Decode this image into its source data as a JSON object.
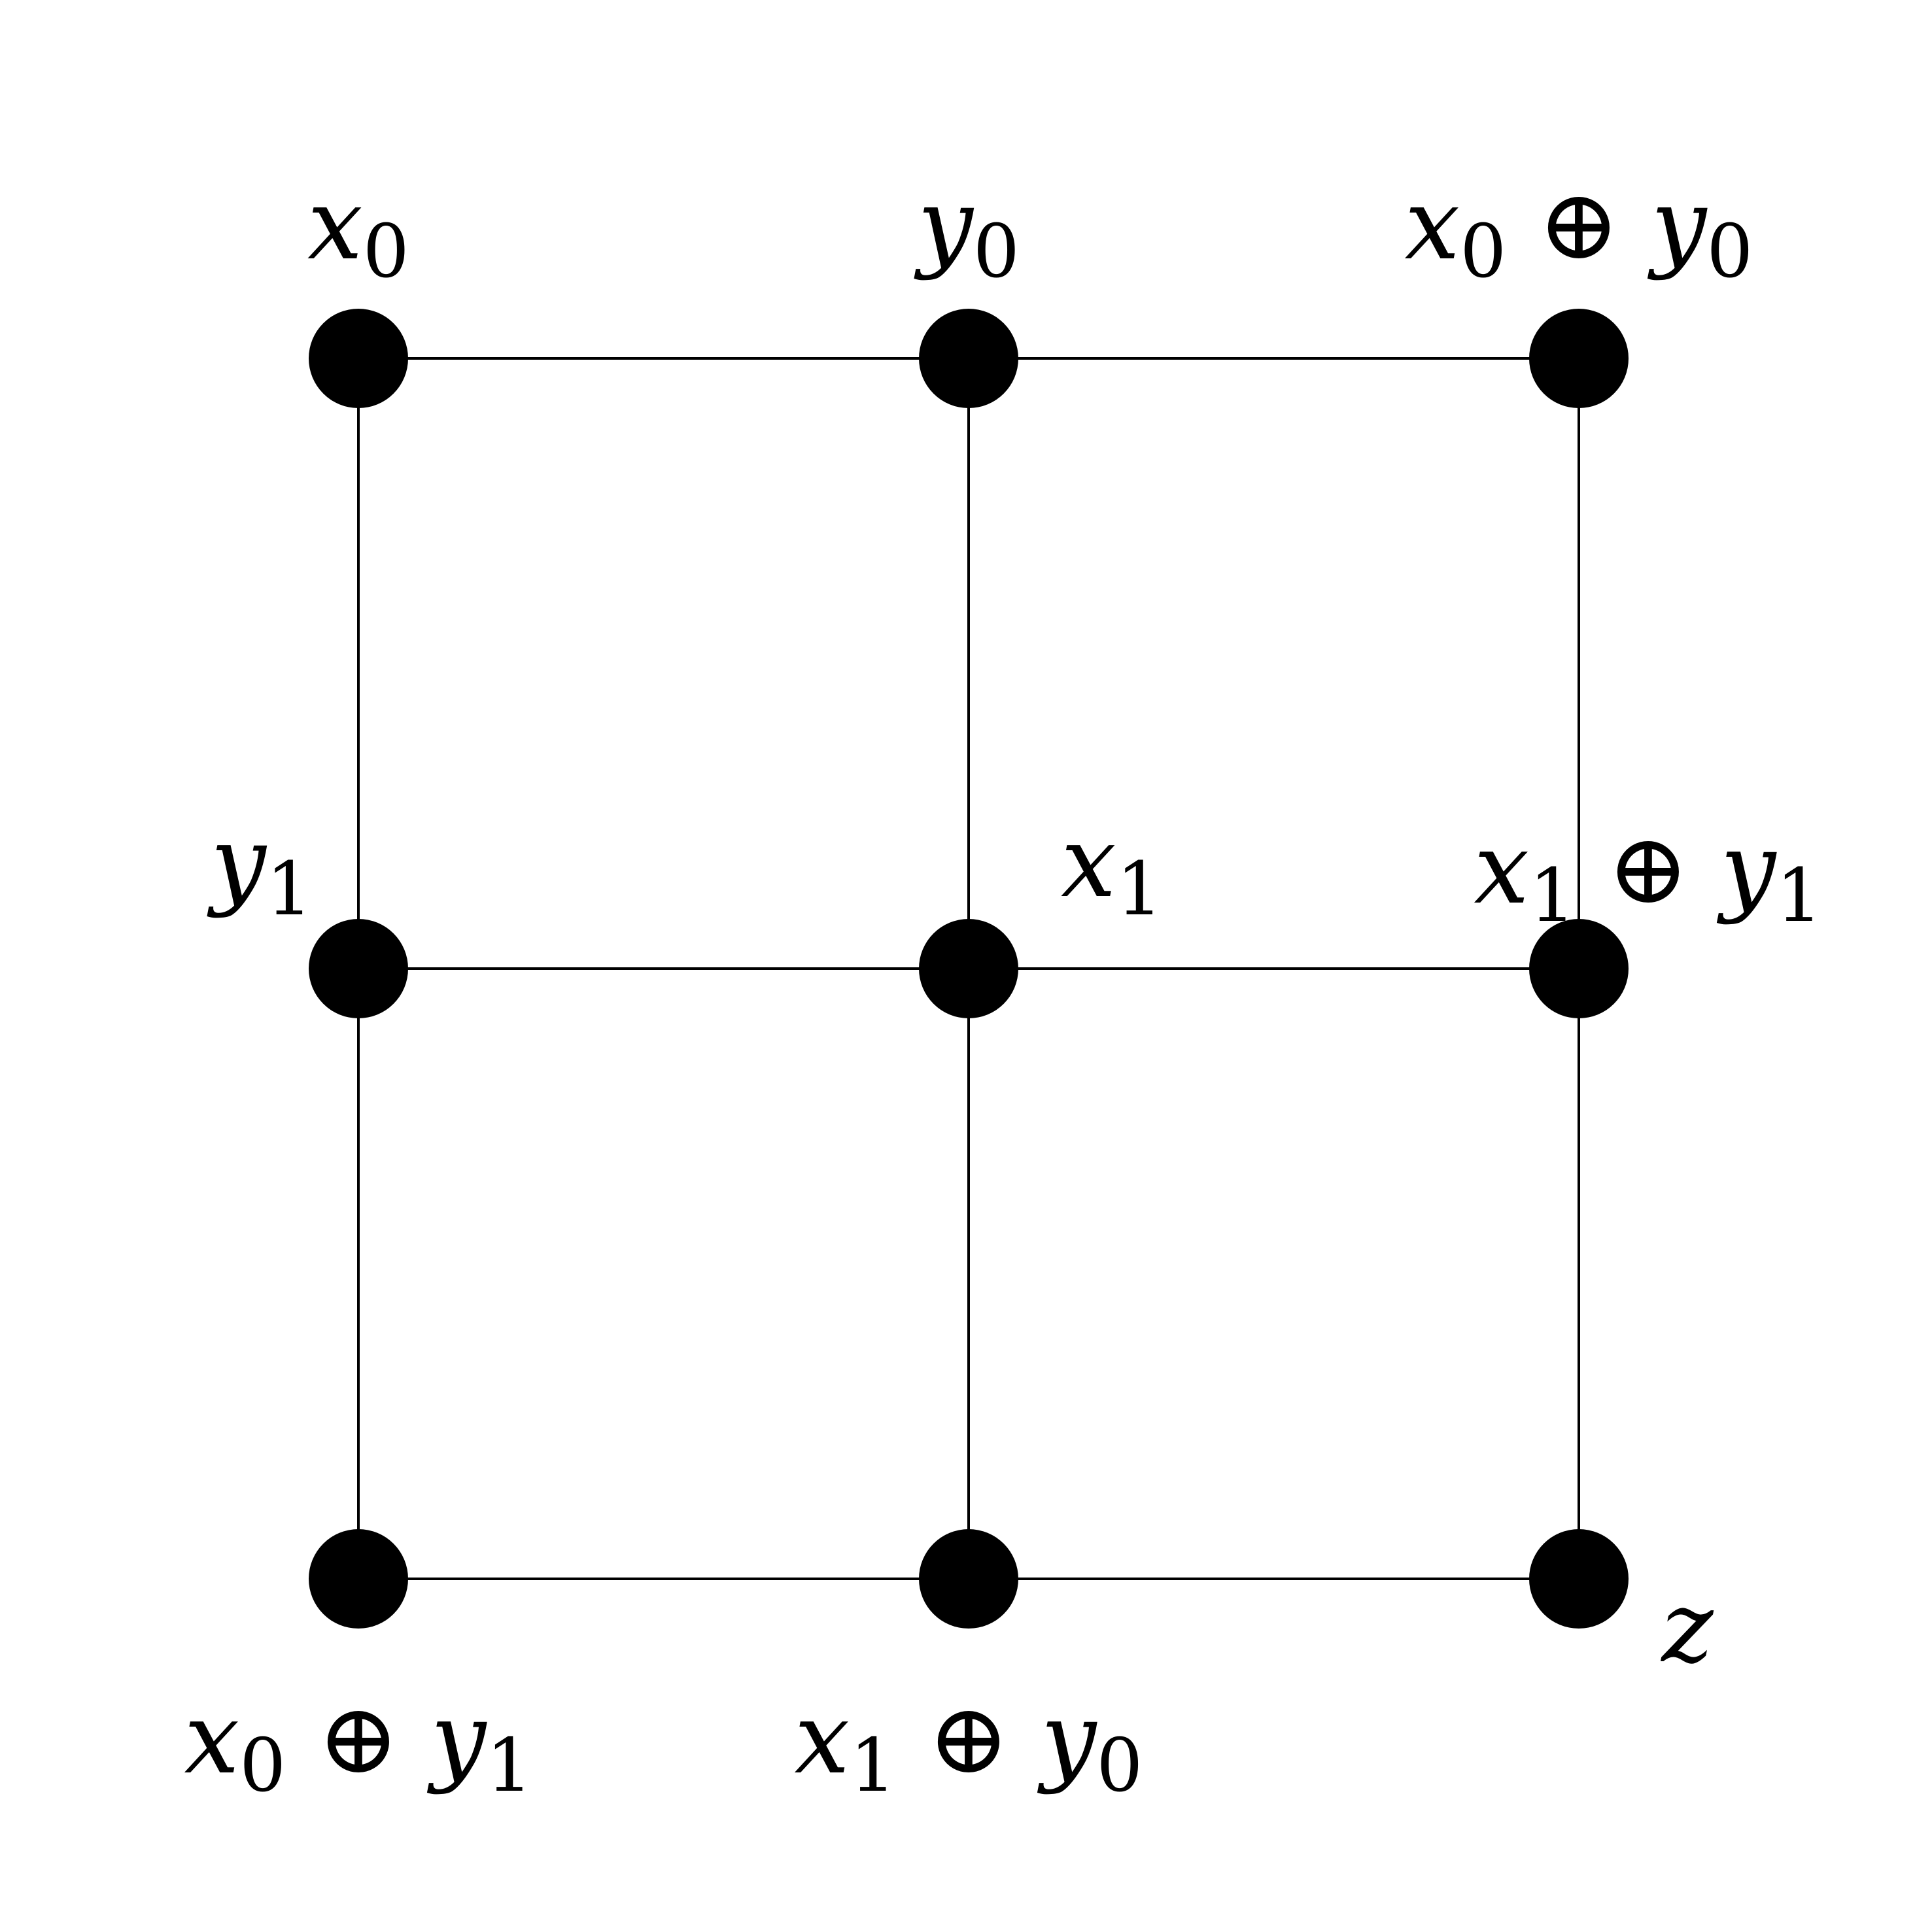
{
  "nodes": [
    {
      "id": "n00",
      "parts": [
        {
          "t": "x",
          "k": "v"
        },
        {
          "t": "0",
          "k": "s"
        }
      ]
    },
    {
      "id": "n01",
      "parts": [
        {
          "t": "y",
          "k": "v"
        },
        {
          "t": "0",
          "k": "s"
        }
      ]
    },
    {
      "id": "n02",
      "parts": [
        {
          "t": "x",
          "k": "v"
        },
        {
          "t": "0",
          "k": "s"
        },
        {
          "t": " ⊕ ",
          "k": "op"
        },
        {
          "t": "y",
          "k": "v"
        },
        {
          "t": "0",
          "k": "s"
        }
      ]
    },
    {
      "id": "n10",
      "parts": [
        {
          "t": "y",
          "k": "v"
        },
        {
          "t": "1",
          "k": "s"
        }
      ]
    },
    {
      "id": "n11",
      "parts": [
        {
          "t": "x",
          "k": "v"
        },
        {
          "t": "1",
          "k": "s"
        }
      ]
    },
    {
      "id": "n12",
      "parts": [
        {
          "t": "x",
          "k": "v"
        },
        {
          "t": "1",
          "k": "s"
        },
        {
          "t": " ⊕ ",
          "k": "op"
        },
        {
          "t": "y",
          "k": "v"
        },
        {
          "t": "1",
          "k": "s"
        }
      ]
    },
    {
      "id": "n20",
      "parts": [
        {
          "t": "x",
          "k": "v"
        },
        {
          "t": "0",
          "k": "s"
        },
        {
          "t": " ⊕ ",
          "k": "op"
        },
        {
          "t": "y",
          "k": "v"
        },
        {
          "t": "1",
          "k": "s"
        }
      ]
    },
    {
      "id": "n21",
      "parts": [
        {
          "t": "x",
          "k": "v"
        },
        {
          "t": "1",
          "k": "s"
        },
        {
          "t": " ⊕ ",
          "k": "op"
        },
        {
          "t": "y",
          "k": "v"
        },
        {
          "t": "0",
          "k": "s"
        }
      ]
    },
    {
      "id": "n22",
      "parts": [
        {
          "t": "z",
          "k": "v"
        }
      ]
    }
  ],
  "edges": [
    [
      "n00",
      "n01"
    ],
    [
      "n01",
      "n02"
    ],
    [
      "n10",
      "n11"
    ],
    [
      "n11",
      "n12"
    ],
    [
      "n20",
      "n21"
    ],
    [
      "n21",
      "n22"
    ],
    [
      "n00",
      "n10"
    ],
    [
      "n10",
      "n20"
    ],
    [
      "n01",
      "n11"
    ],
    [
      "n11",
      "n21"
    ],
    [
      "n02",
      "n12"
    ],
    [
      "n12",
      "n22"
    ]
  ]
}
